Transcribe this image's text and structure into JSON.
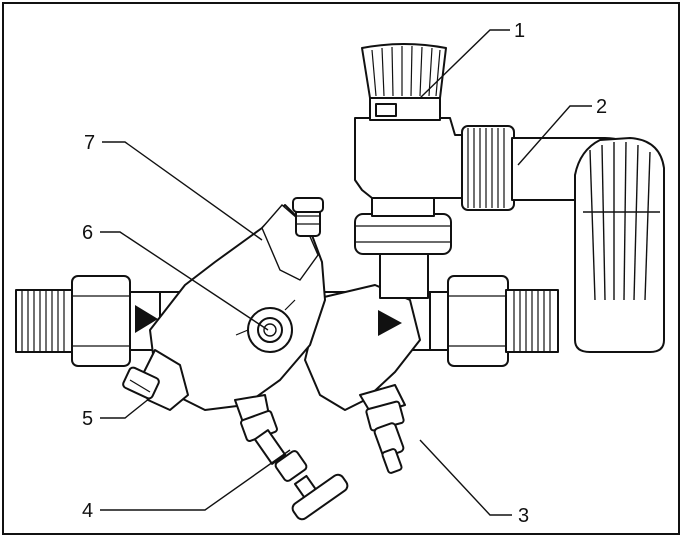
{
  "callouts": [
    {
      "id": "1",
      "label": "1"
    },
    {
      "id": "2",
      "label": "2"
    },
    {
      "id": "3",
      "label": "3"
    },
    {
      "id": "4",
      "label": "4"
    },
    {
      "id": "5",
      "label": "5"
    },
    {
      "id": "6",
      "label": "6"
    },
    {
      "id": "7",
      "label": "7"
    }
  ],
  "flow_direction": "left-to-right",
  "colors": {
    "line": "#111111",
    "background": "#ffffff"
  }
}
